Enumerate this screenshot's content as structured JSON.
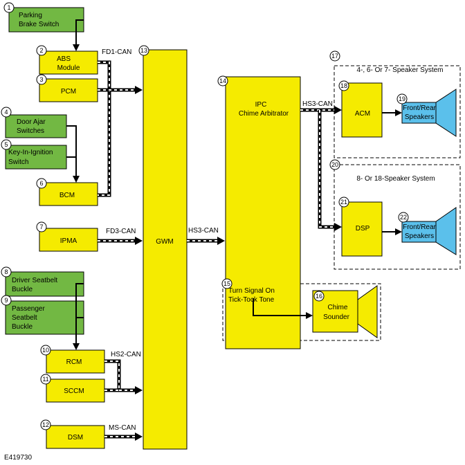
{
  "figure_ref": "E419730",
  "colors": {
    "yellow": "#f5eb00",
    "green": "#72b843",
    "blue": "#5bc0eb",
    "stroke": "#000000"
  },
  "modules": {
    "parking_brake": {
      "num": "1",
      "lines": [
        "Parking",
        "Brake Switch"
      ]
    },
    "abs": {
      "num": "2",
      "lines": [
        "ABS",
        "Module"
      ]
    },
    "pcm": {
      "num": "3",
      "lines": [
        "PCM"
      ]
    },
    "door_ajar": {
      "num": "4",
      "lines": [
        "Door Ajar",
        "Switches"
      ]
    },
    "key_in_ignition": {
      "num": "5",
      "lines": [
        "Key-In-Ignition",
        "Switch"
      ]
    },
    "bcm": {
      "num": "6",
      "lines": [
        "BCM"
      ]
    },
    "ipma": {
      "num": "7",
      "lines": [
        "IPMA"
      ]
    },
    "driver_seatbelt": {
      "num": "8",
      "lines": [
        "Driver Seatbelt",
        "Buckle"
      ]
    },
    "passenger_seatbelt": {
      "num": "9",
      "lines": [
        "Passenger",
        "Seatbelt",
        "Buckle"
      ]
    },
    "rcm": {
      "num": "10",
      "lines": [
        "RCM"
      ]
    },
    "sccm": {
      "num": "11",
      "lines": [
        "SCCM"
      ]
    },
    "dsm": {
      "num": "12",
      "lines": [
        "DSM"
      ]
    },
    "gwm": {
      "num": "13",
      "lines": [
        "GWM"
      ]
    },
    "ipc": {
      "num": "14",
      "lines": [
        "IPC",
        "Chime Arbitrator"
      ]
    },
    "turn_signal": {
      "num": "15",
      "lines": [
        "Turn Signal On",
        "Tick-Tock Tone"
      ]
    },
    "chime_sounder": {
      "num": "16",
      "lines": [
        "Chime",
        "Sounder"
      ]
    },
    "speaker_system_a": {
      "num": "17",
      "title": "4-, 6- Or 7- Speaker System"
    },
    "acm": {
      "num": "18",
      "lines": [
        "ACM"
      ]
    },
    "speakers_a": {
      "num": "19",
      "lines": [
        "Front/Rear",
        "Speakers"
      ]
    },
    "speaker_system_b": {
      "num": "20",
      "title": "8- Or 18-Speaker System"
    },
    "dsp": {
      "num": "21",
      "lines": [
        "DSP"
      ]
    },
    "speakers_b": {
      "num": "22",
      "lines": [
        "Front/Rear",
        "Speakers"
      ]
    }
  },
  "buses": {
    "fd1": "FD1-CAN",
    "fd3": "FD3-CAN",
    "hs2": "HS2-CAN",
    "ms": "MS-CAN",
    "hs3_gwm_ipc": "HS3-CAN",
    "hs3_ipc_audio": "HS3-CAN"
  }
}
